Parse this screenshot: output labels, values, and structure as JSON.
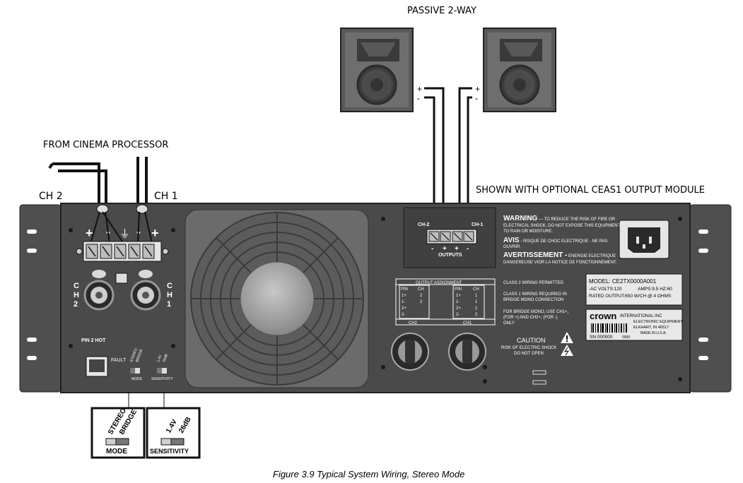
{
  "top": {
    "speakers_label": "PASSIVE 2-WAY",
    "source_label": "FROM CINEMA PROCESSOR",
    "ch2_label": "CH 2",
    "ch1_label": "CH 1",
    "module_label": "SHOWN WITH OPTIONAL CEAS1 OUTPUT MODULE",
    "plus": "+",
    "minus": "-"
  },
  "input_panel": {
    "terminal_signs": [
      "+",
      "-",
      "⏚",
      "-",
      "+"
    ],
    "ch2_vertical": "CH\n2",
    "ch2_c": "C",
    "ch2_h": "H",
    "ch2_n": "2",
    "ch1_c": "C",
    "ch1_h": "H",
    "ch1_n": "1",
    "pin_label": "PIN 2 HOT",
    "fault_label": "FAULT",
    "switch_mode_top1": "STEREO",
    "switch_mode_top2": "BRIDGE",
    "switch_mode_bottom": "MODE",
    "switch_sens_top1": "1.4V",
    "switch_sens_top2": "26dB",
    "switch_sens_bottom": "SENSITIVITY"
  },
  "output_module": {
    "ch2": "CH-2",
    "ch1": "CH-1",
    "signs": [
      "-",
      "+",
      "+",
      "-"
    ],
    "outputs": "OUTPUTS",
    "assign_title": "OUTPUT ASSIGNMENT",
    "pin_h": "PIN",
    "ch_h": "CH",
    "left_rows": [
      [
        "1+",
        "2"
      ],
      [
        "1-",
        "2"
      ],
      [
        "2+",
        ""
      ],
      [
        "2-",
        ""
      ]
    ],
    "right_rows": [
      [
        "1+",
        "1"
      ],
      [
        "1-",
        "1"
      ],
      [
        "2+",
        "1"
      ],
      [
        "2-",
        "2"
      ]
    ],
    "left_foot": "CH2",
    "right_foot": "CH1"
  },
  "warnings": {
    "warning_head": "WARNING",
    "warning_text1": " — TO REDUCE THE RISK OF FIRE OR",
    "warning_text2": "ELECTRICAL SHOCK, DO NOT EXPOSE THIS EQUIPMENT",
    "warning_text3": "TO RAIN OR MOISTURE.",
    "avis_head": "AVIS",
    "avis_text1": " -  RISQUE DE CHOC ELECTRIQUE - NE PAS",
    "avis_text2": "OUVRIR.",
    "avert_head": "AVERTISSEMENT -",
    "avert_text1": " ENERGIE ELECTRIQUE",
    "avert_text2": "DANGEREUSE VIOR LA NOTICE DE FONCTIONNEMENT.",
    "class2": "CLASS 2 WIRING PERMITTED",
    "class1_1": "CLASS 1 WIRING REQUIRED IN",
    "class1_2": "BRIDGE MONO CONNECTION",
    "bridge1": "FOR BRIDGE MONO, USE CH1+,",
    "bridge2": "(FOR +) AND CH2+, (FOR -)",
    "bridge3": "ONLY",
    "caution": "CAUTION",
    "caution1": "RISK OF ELECTRIC SHOCK",
    "caution2": "DO NOT OPEN"
  },
  "label_plate": {
    "model": "MODEL: CE2TX0000A001",
    "volts": "-AC VOLTS:120",
    "amps": "AMPS:9.5  HZ:60",
    "rated": "RATED OUTPUT:650 W/CH @ 4 OHMS",
    "brand": "crown",
    "company1": "INTERNATIONAL INC",
    "company2": "ELECTRONIC EQUIPMENT",
    "company3": "ELKHART, IN 46517",
    "company4": "MADE IN U.S.A.",
    "serial": "SN 000000",
    "serial2": "0000"
  },
  "callouts": {
    "mode_a": "STEREO",
    "mode_b": "BRIDGE",
    "mode_label": "MODE",
    "sens_a": "1.4V",
    "sens_b": "26dB",
    "sens_label": "SENSITIVITY"
  },
  "caption": "Figure 3.9  Typical System Wiring, Stereo Mode",
  "colors": {
    "panel": "#4a4a4a",
    "panel_dark": "#3a3a3a",
    "rack_ear": "#555555",
    "fan": "#6b6b6b",
    "label": "#ffffff"
  }
}
